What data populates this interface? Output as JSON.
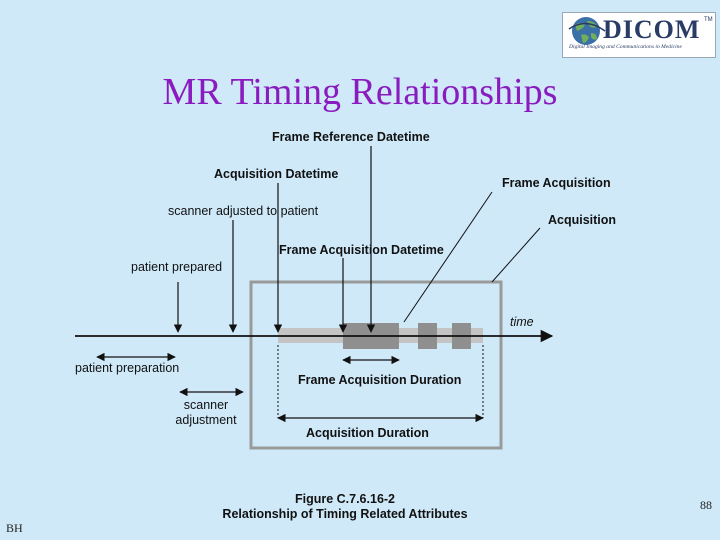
{
  "slide": {
    "title": "MR Timing Relationships",
    "page_number": "88",
    "author_initials": "BH"
  },
  "logo": {
    "name": "DICOM",
    "tagline": "Digital Imaging and Communications in Medicine"
  },
  "diagram": {
    "labels": {
      "frame_reference_datetime": "Frame Reference Datetime",
      "acquisition_datetime": "Acquisition Datetime",
      "scanner_adjusted_to_patient": "scanner adjusted to patient",
      "patient_prepared": "patient prepared",
      "frame_acquisition_datetime": "Frame Acquisition Datetime",
      "frame_acquisition": "Frame Acquisition",
      "acquisition": "Acquisition",
      "time": "time",
      "patient_preparation": "patient preparation",
      "scanner_adjustment_line1": "scanner",
      "scanner_adjustment_line2": "adjustment",
      "frame_acquisition_duration": "Frame Acquisition Duration",
      "acquisition_duration": "Acquisition Duration"
    },
    "caption": {
      "figure": "Figure C.7.6.16-2",
      "text": "Relationship of Timing Related Attributes"
    }
  },
  "colors": {
    "background": "#cfe9f9",
    "title": "#8a1bbf",
    "line": "#111111",
    "box_border": "#9a9a9a",
    "bar_light": "#c4c4c4",
    "bar_dark": "#8f8f8f"
  }
}
